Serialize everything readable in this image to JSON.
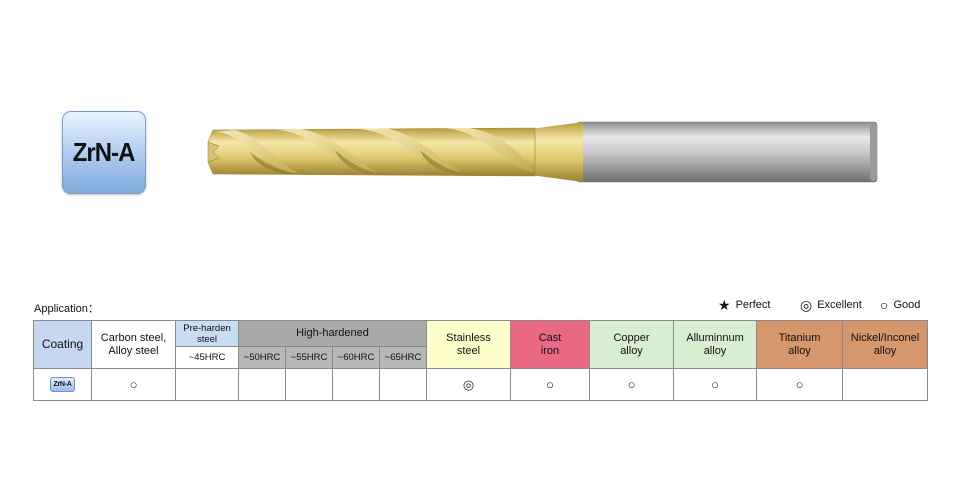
{
  "badge": {
    "text": "ZrN-A"
  },
  "application_label": "Application：",
  "legend": [
    {
      "symbol": "★",
      "label": "Perfect",
      "icon": "star-icon"
    },
    {
      "symbol": "◎",
      "label": "Excellent",
      "icon": "double-circle-icon"
    },
    {
      "symbol": "○",
      "label": "Good",
      "icon": "circle-icon"
    }
  ],
  "table": {
    "coating_header": "Coating",
    "carbon_header": "Carbon steel,\nAlloy steel",
    "pre_harden_header": "Pre-harden\nsteel",
    "pre_harden_sub": "~45HRC",
    "high_hardened_header": "High-hardened",
    "high_sub": [
      "~50HRC",
      "~55HRC",
      "~60HRC",
      "~65HRC"
    ],
    "stainless_header": "Stainless\nsteel",
    "cast_header": "Cast\niron",
    "copper_header": "Copper\nalloy",
    "aluminum_header": "Alluminnum\nalloy",
    "titanium_header": "Titanium\nalloy",
    "nickel_header": "Nickel/Inconel\nalloy",
    "row": {
      "coating_badge": "ZrN-A",
      "carbon": "○",
      "pre_45": "",
      "hrc_50": "",
      "hrc_55": "",
      "hrc_60": "",
      "hrc_65": "",
      "stainless": "◎",
      "cast": "○",
      "copper": "○",
      "aluminum": "○",
      "titanium": "○",
      "nickel": ""
    }
  }
}
